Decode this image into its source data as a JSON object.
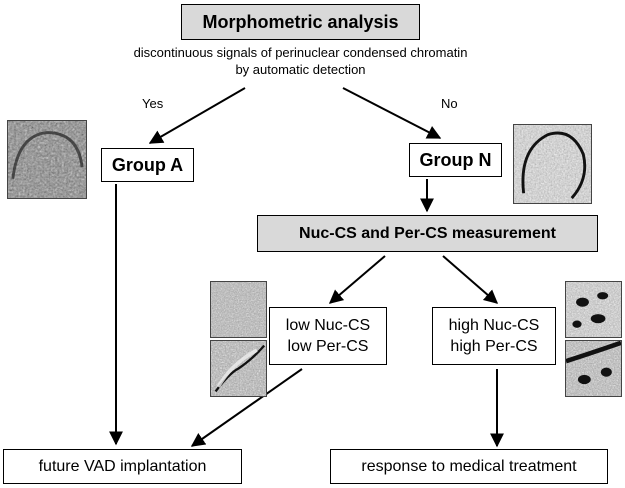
{
  "diagram": {
    "title": "Morphometric analysis",
    "criterion_line1": "discontinuous signals of perinuclear condensed chromatin",
    "criterion_line2": "by automatic detection",
    "branch_yes": "Yes",
    "branch_no": "No",
    "group_a": "Group A",
    "group_n": "Group N",
    "measurement": "Nuc-CS and Per-CS measurement",
    "low_line1": "low Nuc-CS",
    "low_line2": "low Per-CS",
    "high_line1": "high Nuc-CS",
    "high_line2": "high Per-CS",
    "outcome_left": "future VAD implantation",
    "outcome_right": "response to medical treatment"
  },
  "colors": {
    "header_fill": "#d9d9d9",
    "box_border": "#000000",
    "arrow": "#000000"
  }
}
